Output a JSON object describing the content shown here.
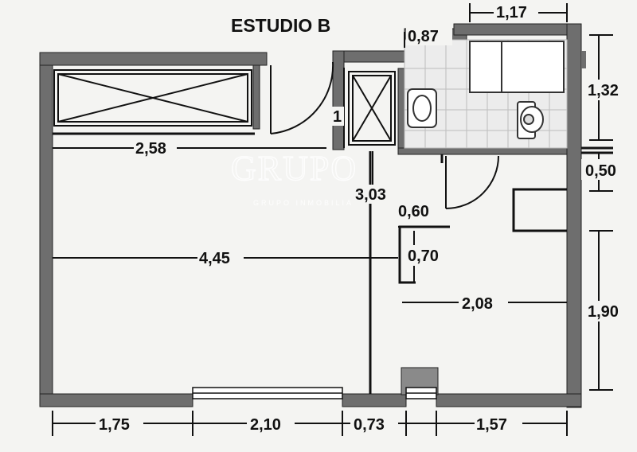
{
  "title": "ESTUDIO B",
  "watermark": {
    "brand": "GRUPO",
    "tagline": "GRUPO INMOBILIA"
  },
  "dimensions": {
    "top_1_17": "1,17",
    "top_0_87": "0,87",
    "right_1_32": "1,32",
    "right_0_50": "0,50",
    "right_1_90": "1,90",
    "kitchen_2_58": "2,58",
    "closet_1": "1",
    "hall_3_03": "3,03",
    "niche_0_60": "0,60",
    "niche_0_70": "0,70",
    "room_4_45": "4,45",
    "room_2_08": "2,08",
    "bottom_1_75": "1,75",
    "bottom_2_10": "2,10",
    "bottom_0_73": "0,73",
    "bottom_1_57": "1,57"
  },
  "colors": {
    "wall": "#6e6e6e",
    "line": "#111111",
    "tile": "#bdbdbd",
    "floor": "#f4f4f2"
  }
}
